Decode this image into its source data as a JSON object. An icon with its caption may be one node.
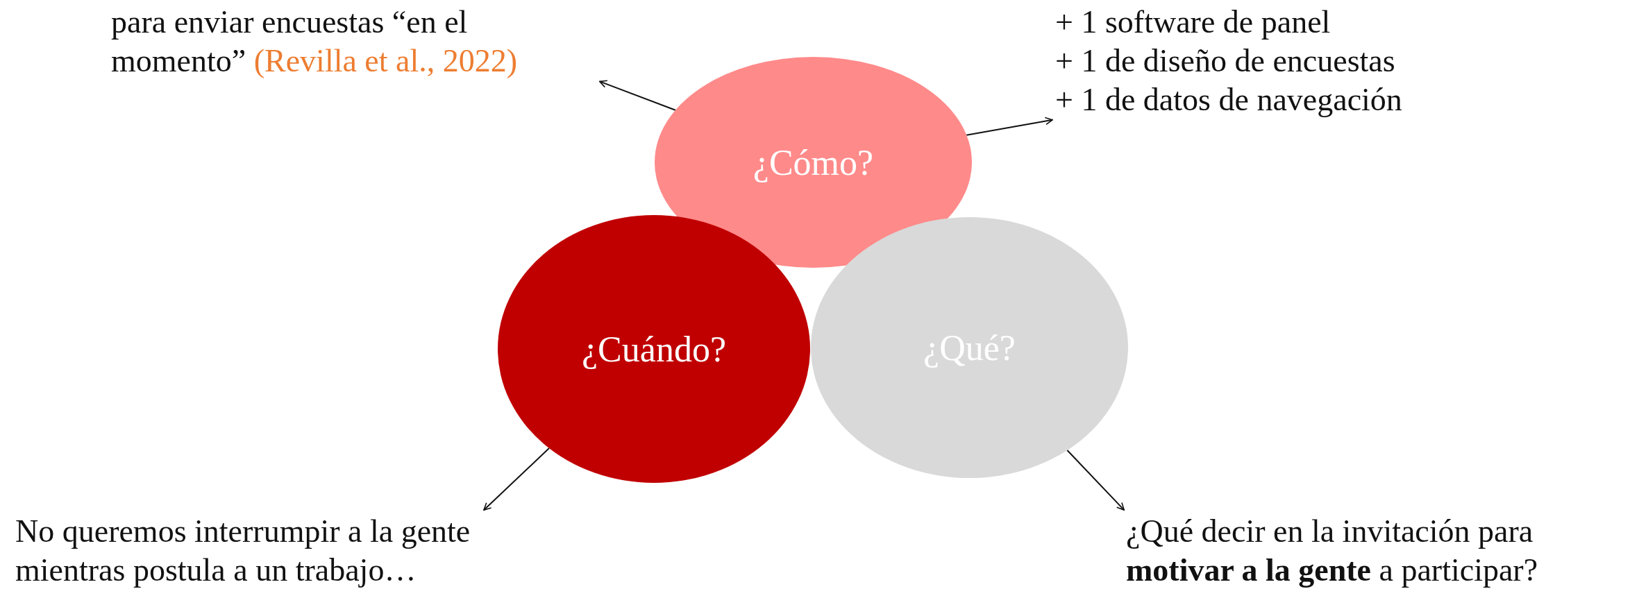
{
  "diagram": {
    "nodes": [
      {
        "text": [
          "para enviar encuestas “en el momento”",
          "(Revilla et al., 2022)"
        ]
      },
      {
        "text": [
          "¿Cómo?"
        ]
      },
      {
        "text": [
          "+ 1 software de panel",
          "+ 1 de diseño de encuestas",
          "+ 1 de datos de navegación"
        ]
      },
      {
        "text": [
          "¿Cuándo?"
        ]
      },
      {
        "text": [
          "¿Qué?"
        ]
      },
      {
        "text": [
          "No queremos interrumpir a la gente mientras postula a un trabajo…"
        ]
      },
      {
        "text": [
          "¿Qué decir en la invitación para **motivar a la gente** a participar?"
        ]
      }
    ],
    "edges": [
      {
        "from": 1,
        "to": 0,
        "arrow": "to"
      },
      {
        "from": 1,
        "to": 2,
        "arrow": "to"
      },
      {
        "from": 3,
        "to": 5,
        "arrow": "to"
      },
      {
        "from": 4,
        "to": 6,
        "arrow": "to"
      }
    ]
  }
}
